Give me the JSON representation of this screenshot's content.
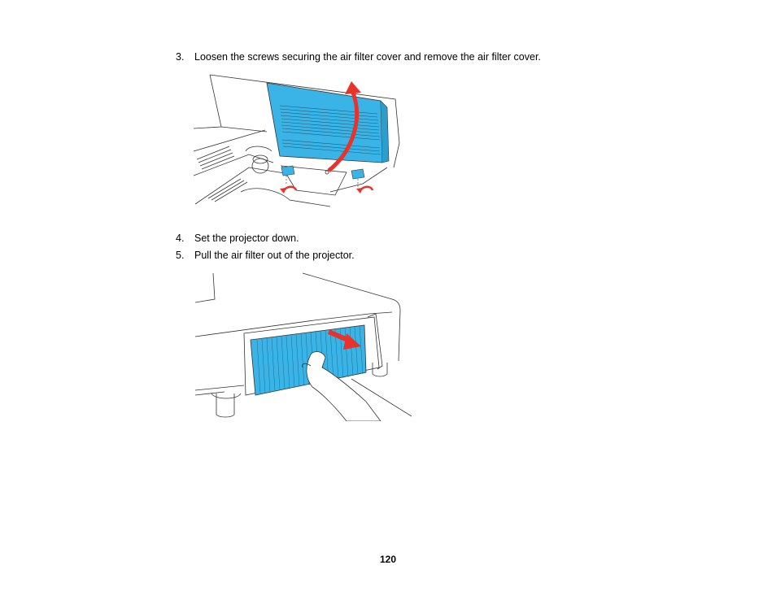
{
  "steps": [
    {
      "number": "3.",
      "text": "Loosen the screws securing the air filter cover and remove the air filter cover."
    },
    {
      "number": "4.",
      "text": "Set the projector down."
    },
    {
      "number": "5.",
      "text": "Pull the air filter out of the projector."
    }
  ],
  "page_number": "120",
  "colors": {
    "filter_blue": "#3ab4e6",
    "arrow_red": "#e8322c",
    "line": "#333333"
  }
}
